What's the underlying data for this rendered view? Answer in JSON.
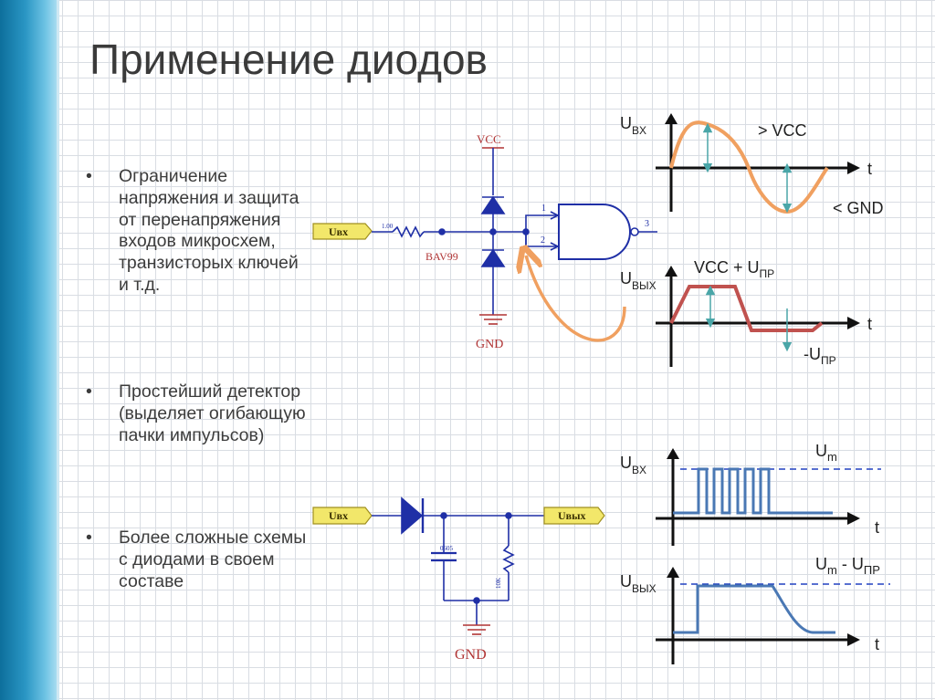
{
  "slide": {
    "title": "Применение диодов",
    "bullets": [
      "Ограничение напряжения и защита от перенапряжения входов микросхем, транзисторых ключей и т.д.",
      "Простейший детектор (выделяет огибающую пачки импульсов)",
      "Более сложные схемы с диодами в своем составе"
    ],
    "bullet_marker": "•"
  },
  "schematic_top": {
    "input_label": "Uвх",
    "resistor_label": "1.00",
    "vcc_label": "VCC",
    "diode_label": "BAV99",
    "gnd_label": "GND",
    "pin1": "1",
    "pin2": "2",
    "pin3": "3"
  },
  "schematic_bottom": {
    "input_label": "Uвх",
    "output_label": "Uвых",
    "cap_label": "0605",
    "res_label": "10K",
    "gnd_label": "GND"
  },
  "plots": {
    "plot1": {
      "y_label": "U",
      "y_sub": "BX",
      "x_label": "t",
      "note_top": "> VCC",
      "note_bottom": "< GND"
    },
    "plot2": {
      "y_label": "U",
      "y_sub": "ВЫХ",
      "x_label": "t",
      "note_top_main": "VCC + U",
      "note_top_sub": "ПР",
      "note_bottom_main": "-U",
      "note_bottom_sub": "ПР"
    },
    "plot3": {
      "y_label": "U",
      "y_sub": "BX",
      "x_label": "t",
      "level_main": "U",
      "level_sub": "m"
    },
    "plot4": {
      "y_label": "U",
      "y_sub": "ВЫХ",
      "x_label": "t",
      "level_main": "U",
      "level_sub1": "m",
      "level_mid": " - U",
      "level_sub2": "ПР"
    }
  },
  "colors": {
    "schematic": "#1f2fa6",
    "power_label": "#b03434",
    "label_fill": "#f2e76a",
    "sine": "#f0a060",
    "clamped": "#c0524f",
    "pulse": "#4a78b4",
    "arrow": "#4aa6a8",
    "dashed": "#2040c0",
    "axis": "#111111"
  }
}
